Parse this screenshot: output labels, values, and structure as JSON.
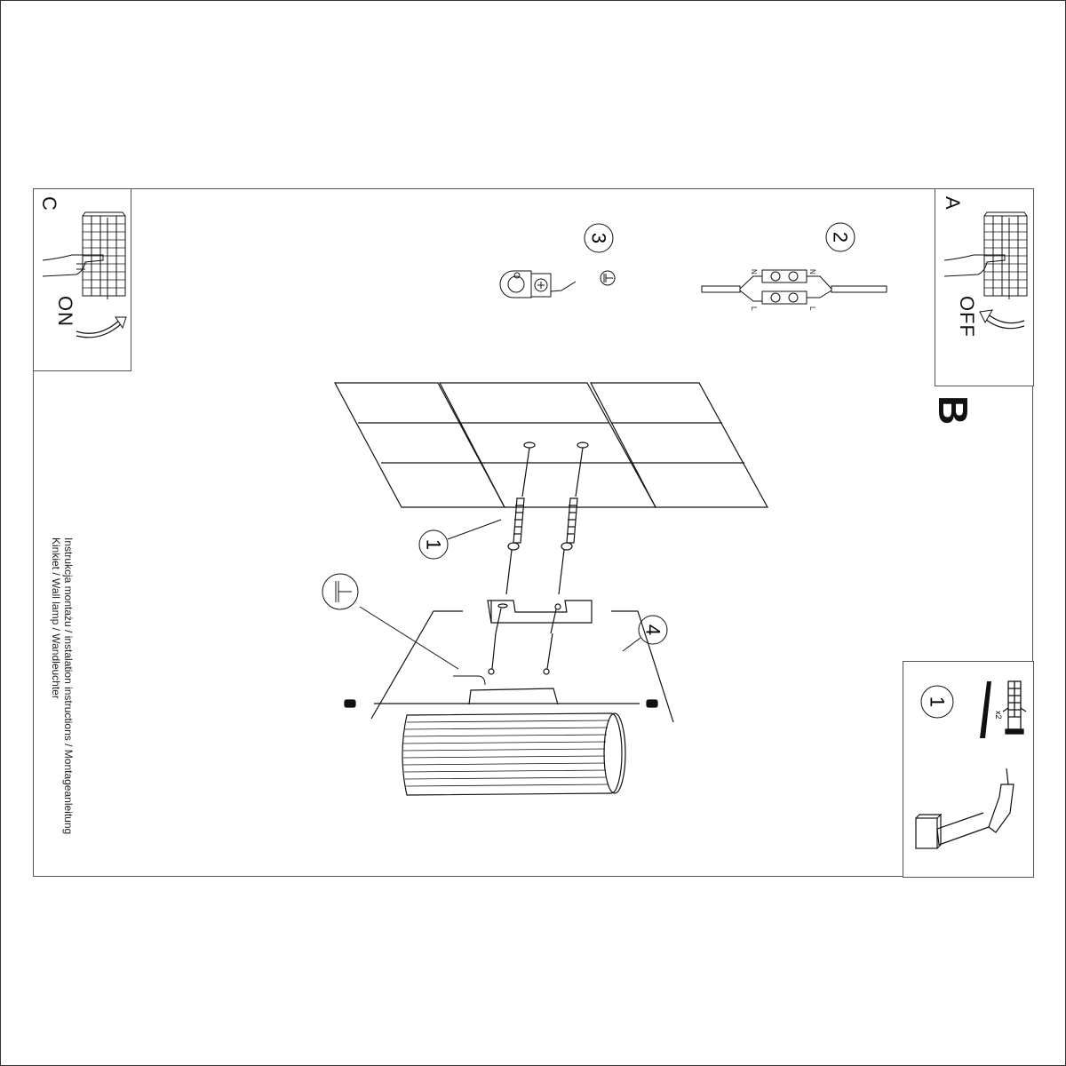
{
  "document": {
    "title_lines": [
      "Instrukcja montażu / instalation instructions / Montageanleitung",
      "Kinkiet / Wall lamp / Wandleuchter"
    ],
    "orientation": "rotated 90° clockwise"
  },
  "panels": {
    "A": {
      "letter": "A",
      "state": "OFF",
      "icon": "circuit-breaker-hand-icon",
      "arrow": "curved-arrow-icon"
    },
    "B": {
      "letter": "B"
    },
    "C": {
      "letter": "C",
      "state": "ON",
      "icon": "circuit-breaker-hand-icon",
      "arrow": "curved-arrow-icon"
    }
  },
  "steps": [
    {
      "number": "1",
      "label": "wall plugs and screws",
      "icon": "wall-plug-screw-icon"
    },
    {
      "number": "2",
      "label": "wire connection terminal",
      "terminal_labels": [
        "N",
        "N",
        "L",
        "L"
      ],
      "icon": "terminal-block-icon"
    },
    {
      "number": "3",
      "label": "earth connection",
      "icon": "ground-symbol-icon"
    },
    {
      "number": "4",
      "label": "mounting bracket",
      "icon": "bracket-icon"
    }
  ],
  "tools_box": {
    "step_number": "1",
    "quantity": "x2",
    "items": [
      "screw-icon",
      "wall-plug-icon",
      "drill-icon"
    ]
  },
  "colors": {
    "line": "#111111",
    "frame": "#555555",
    "background": "#ffffff"
  }
}
